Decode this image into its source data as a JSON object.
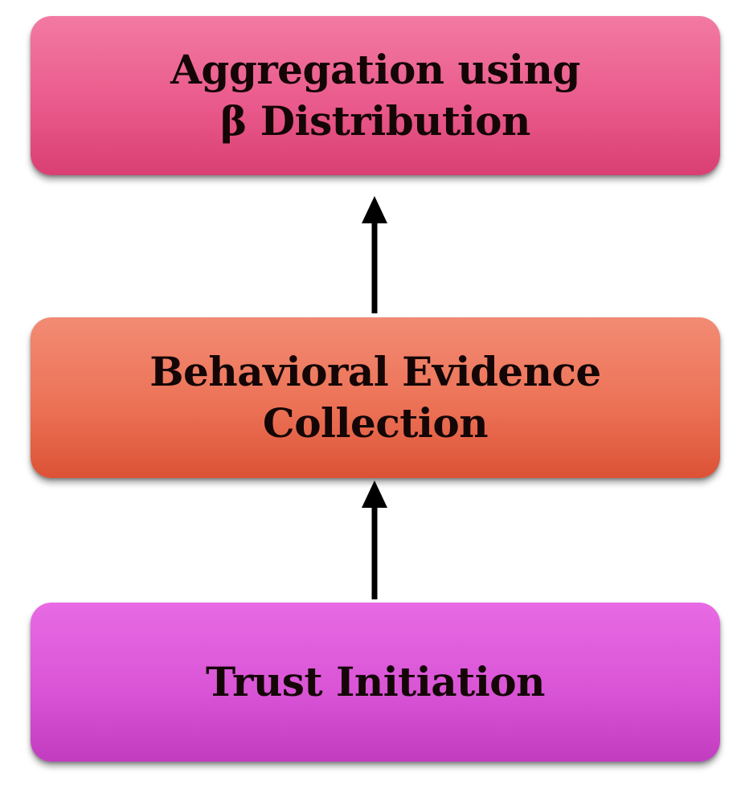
{
  "diagram": {
    "boxes": [
      {
        "label": "Aggregation using\nβ Distribution",
        "color": "#ea5a8c"
      },
      {
        "label": "Behavioral Evidence\nCollection",
        "color": "#ec7256"
      },
      {
        "label": "Trust Initiation",
        "color": "#d954d6"
      }
    ],
    "arrows": [
      {
        "from": "Behavioral Evidence Collection",
        "to": "Aggregation using β Distribution"
      },
      {
        "from": "Trust Initiation",
        "to": "Behavioral Evidence Collection"
      }
    ]
  }
}
